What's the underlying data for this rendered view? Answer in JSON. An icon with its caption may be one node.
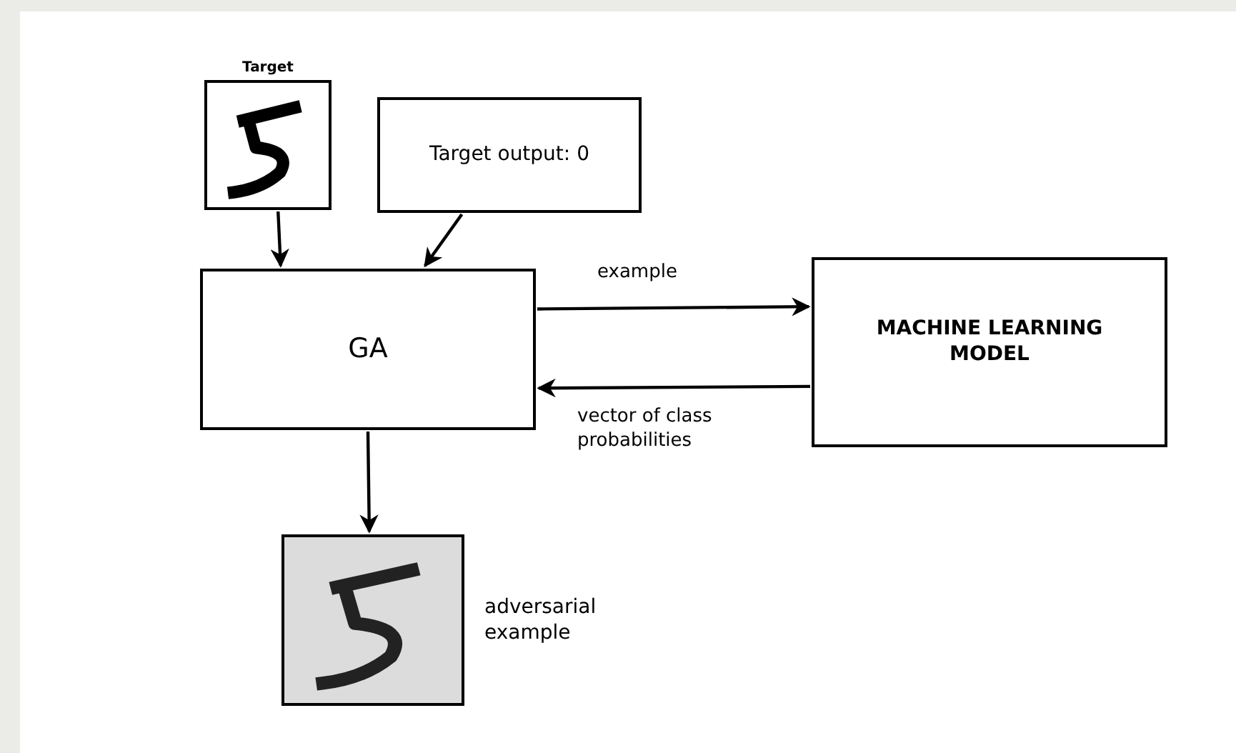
{
  "diagram": {
    "nodes": [
      {
        "text": [
          "Target"
        ]
      },
      {
        "text": [
          "Target output: 0"
        ]
      },
      {
        "text": [
          "GA"
        ]
      },
      {
        "text": [
          "MACHINE LEARNING MODEL"
        ]
      },
      {
        "text": [],
        "shape": "picture",
        "beside": [
          "adversarial example"
        ]
      }
    ],
    "edges": [
      {
        "from": 0,
        "to": 2,
        "arrow": "to"
      },
      {
        "from": 1,
        "to": 2,
        "arrow": "to"
      },
      {
        "from": 2,
        "to": 3,
        "arrow": "to",
        "label": "example"
      },
      {
        "from": 3,
        "to": 2,
        "arrow": "to",
        "label": "vector of class probabilities"
      },
      {
        "from": 2,
        "to": 4,
        "arrow": "to"
      }
    ]
  }
}
